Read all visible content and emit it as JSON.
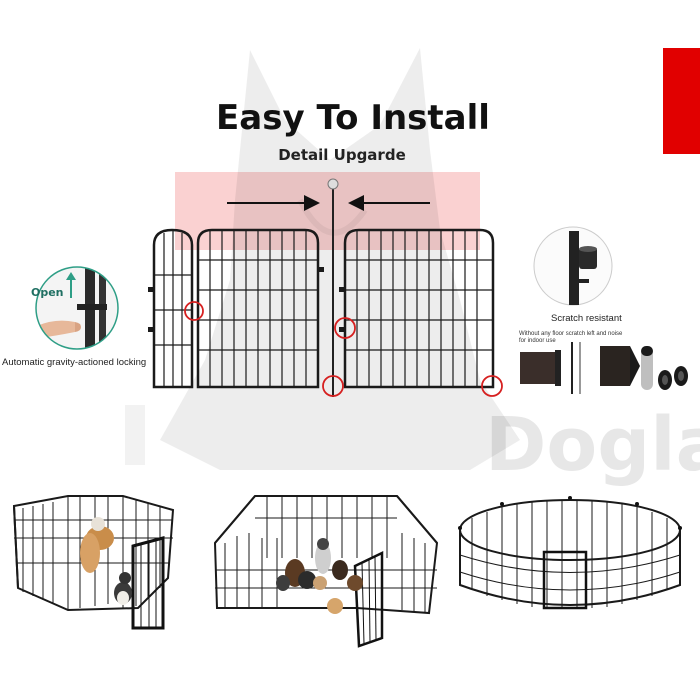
{
  "heading": {
    "title": "Easy To Install",
    "subtitle": "Detail Upgarde"
  },
  "features": {
    "locking_label": "Automatic gravity-actioned locking",
    "locking_open_text": "Open",
    "scratch_label": "Scratch resistant",
    "floor_note": "Without any floor scratch left and noise for indoor use"
  },
  "watermark": {
    "text": "Dogla"
  },
  "colors": {
    "accent_red": "#e10000",
    "fence_black": "#1a1a1a",
    "highlight_circle": "#d62020"
  },
  "bottom_photos": [
    "fence-octagon-with-dogs",
    "fence-rectangle-with-puppies",
    "fence-large-circle"
  ]
}
